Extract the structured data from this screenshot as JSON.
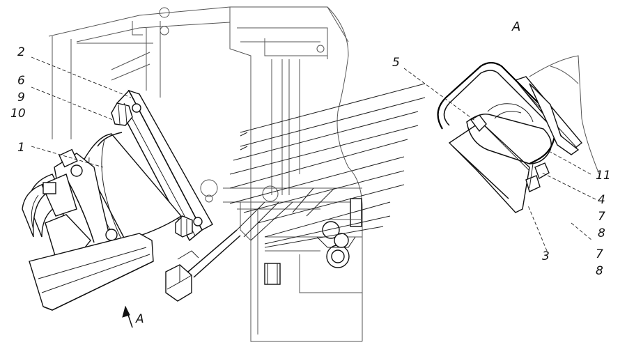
{
  "labels": {
    "l2": "2",
    "l6": "6",
    "l9": "9",
    "l10": "10",
    "l1": "1",
    "l5": "5",
    "l11": "11",
    "l4": "4",
    "l7a": "7",
    "l8a": "8",
    "l3": "3",
    "l7b": "7",
    "l8b": "8"
  },
  "view_title": "A",
  "view_arrow_label": "A",
  "colors": {
    "line": "#111111",
    "ghost": "#555555",
    "background": "#ffffff"
  }
}
